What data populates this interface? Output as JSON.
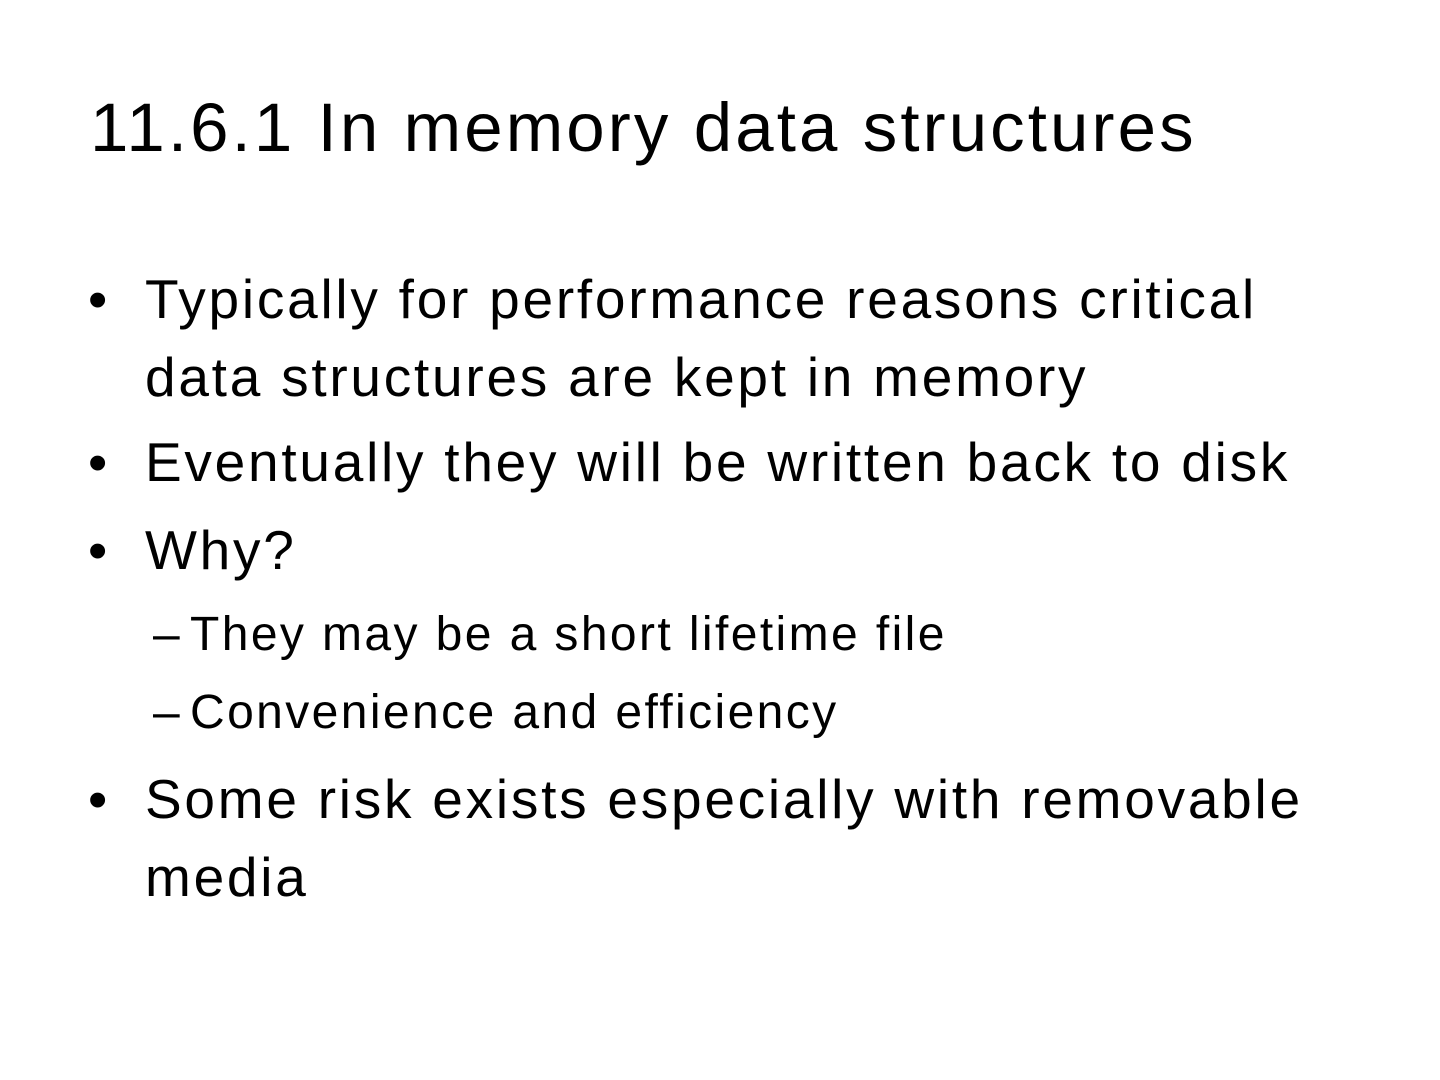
{
  "slide": {
    "title": "11.6.1 In memory data structures",
    "markers": {
      "level1": "•",
      "level2": "–"
    },
    "bullets": [
      {
        "level": 1,
        "lines": [
          "Typically for performance reasons critical",
          "data structures are kept in memory"
        ]
      },
      {
        "level": 1,
        "lines": [
          "Eventually they will be written back to disk"
        ]
      },
      {
        "level": 1,
        "lines": [
          "Why?"
        ]
      },
      {
        "level": 2,
        "lines": [
          "They may be a short lifetime file"
        ]
      },
      {
        "level": 2,
        "lines": [
          "Convenience and efficiency"
        ]
      },
      {
        "level": 1,
        "lines": [
          "Some risk exists especially with removable",
          "media"
        ]
      }
    ],
    "colors": {
      "background": "#ffffff",
      "text": "#000000"
    }
  }
}
